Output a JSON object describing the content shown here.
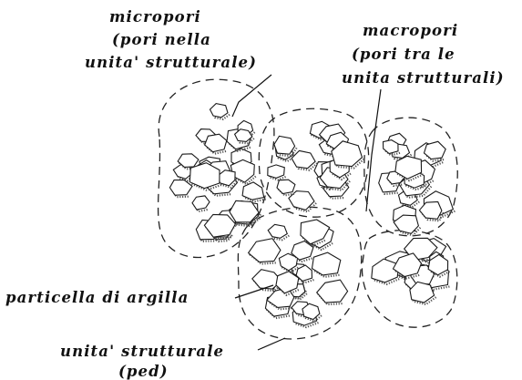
{
  "labels": {
    "micropores": [
      "micropori",
      "(pori nella",
      "unita' strutturale)"
    ],
    "macropores": [
      "macropori",
      "(pori tra le",
      "unita strutturali)"
    ],
    "clay_particle": "particella di argilla",
    "structural_unit": [
      "unita' strutturale",
      "(ped)"
    ]
  },
  "colors": {
    "ink": "#111111",
    "background": "#ffffff"
  }
}
